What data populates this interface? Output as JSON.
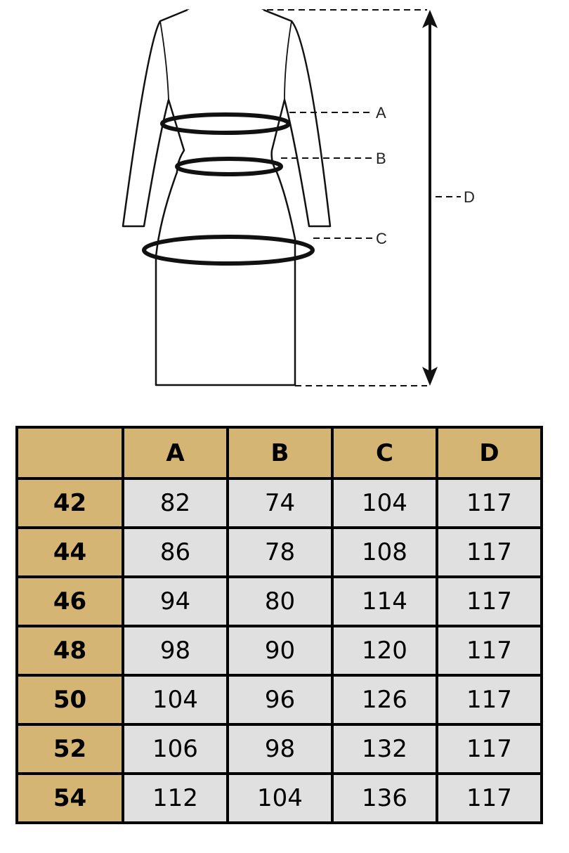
{
  "diagram": {
    "labels": {
      "a": "A",
      "b": "B",
      "c": "C",
      "d": "D"
    }
  },
  "colors": {
    "header": "#d4b574",
    "cell": "#e0e0e0",
    "border": "#000000"
  },
  "table": {
    "corner": "",
    "headers": [
      "A",
      "B",
      "C",
      "D"
    ],
    "rows": [
      {
        "size": "42",
        "values": [
          "82",
          "74",
          "104",
          "117"
        ]
      },
      {
        "size": "44",
        "values": [
          "86",
          "78",
          "108",
          "117"
        ]
      },
      {
        "size": "46",
        "values": [
          "94",
          "80",
          "114",
          "117"
        ]
      },
      {
        "size": "48",
        "values": [
          "98",
          "90",
          "120",
          "117"
        ]
      },
      {
        "size": "50",
        "values": [
          "104",
          "96",
          "126",
          "117"
        ]
      },
      {
        "size": "52",
        "values": [
          "106",
          "98",
          "132",
          "117"
        ]
      },
      {
        "size": "54",
        "values": [
          "112",
          "104",
          "136",
          "117"
        ]
      }
    ]
  }
}
